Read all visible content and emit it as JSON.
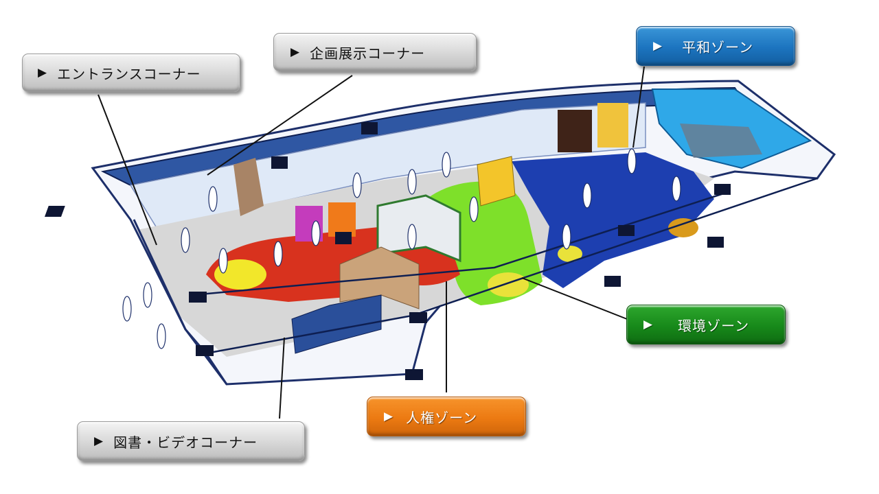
{
  "diagram": {
    "type": "isometric exhibition floor plan",
    "labels": [
      {
        "id": "entrance",
        "arrow": "▶",
        "text": "エントランスコーナー",
        "color": "#d0d0d0"
      },
      {
        "id": "special_exhibit",
        "arrow": "▶",
        "text": "企画展示コーナー",
        "color": "#d0d0d0"
      },
      {
        "id": "peace_zone",
        "arrow": "▶",
        "text": "平和ゾーン",
        "color": "#1c74bf"
      },
      {
        "id": "environment_zone",
        "arrow": "▶",
        "text": "環境ゾーン",
        "color": "#17891a"
      },
      {
        "id": "human_rights_zone",
        "arrow": "▶",
        "text": "人権ゾーン",
        "color": "#ec7a12"
      },
      {
        "id": "library_video",
        "arrow": "▶",
        "text": "図書・ビデオコーナー",
        "color": "#d0d0d0"
      }
    ],
    "floor_colors": {
      "human_rights_floor": "#d8321e",
      "environment_floor": "#7ee02a",
      "peace_floor": "#1d3fb0",
      "walls": "#2f57a3",
      "water_display": "#2fa8e8"
    }
  }
}
